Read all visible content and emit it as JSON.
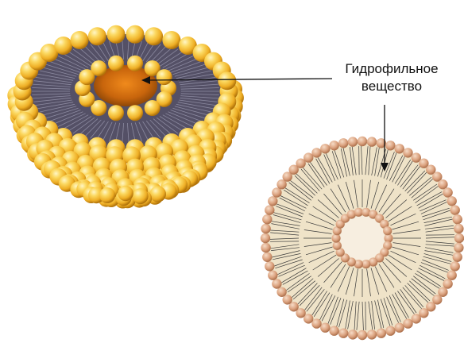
{
  "annotation": {
    "line1": "Гидрофильное",
    "line2": "вещество"
  },
  "colors": {
    "bead_light": "#fbe07a",
    "bead_mid": "#f2b72c",
    "bead_dark": "#b9780c",
    "core_orange": "#e07c18",
    "tail_dark": "#3c3f55",
    "bead_flat": "#dca27f",
    "fill_flat": "#efe3c8",
    "tail_flat": "#3a3a3a",
    "arrow": "#111111"
  },
  "icons": {
    "liposome_3d": "liposome-hemisphere-cutaway",
    "liposome_2d": "liposome-cross-section"
  }
}
